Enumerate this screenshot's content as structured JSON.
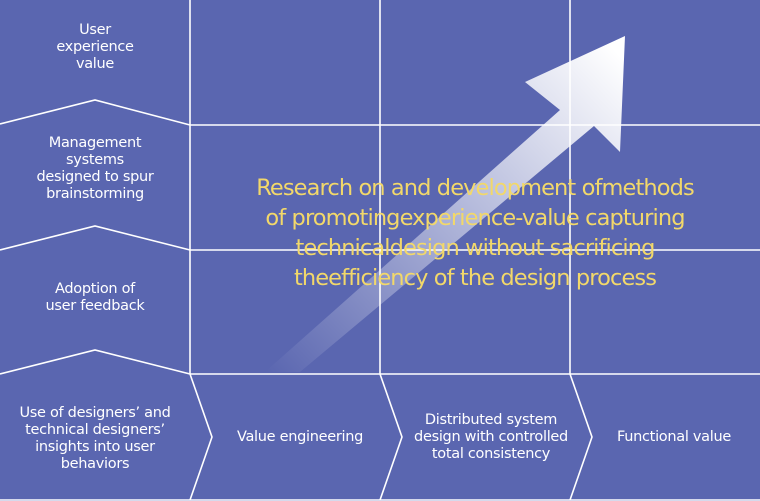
{
  "left_column": [
    {
      "id": "user-experience-value",
      "lines": [
        "User",
        "experience",
        "value"
      ]
    },
    {
      "id": "management-systems",
      "lines": [
        "Management",
        "systems",
        "designed to spur",
        "brainstorming"
      ]
    },
    {
      "id": "adoption-user-feedback",
      "lines": [
        "Adoption of",
        "user feedback"
      ]
    },
    {
      "id": "designers-insights",
      "lines": [
        "Use of designers’ and",
        "technical designers’",
        "insights into user",
        "behaviors"
      ]
    }
  ],
  "bottom_row": [
    {
      "id": "value-engineering",
      "lines": [
        "Value engineering"
      ]
    },
    {
      "id": "distributed-system-design",
      "lines": [
        "Distributed system",
        "design with controlled",
        "total consistency"
      ]
    },
    {
      "id": "functional-value",
      "lines": [
        "Functional value"
      ]
    }
  ],
  "center_text": {
    "lines": [
      "Research on and development of",
      "methods of promoting",
      "experience-value capturing technical",
      "design without sacrificing the",
      "efficiency of the design process"
    ]
  },
  "colors": {
    "background": "#5a66b0",
    "grid_line": "#ffffff",
    "center_text": "#f2d86a",
    "arrow": "#ffffff"
  }
}
